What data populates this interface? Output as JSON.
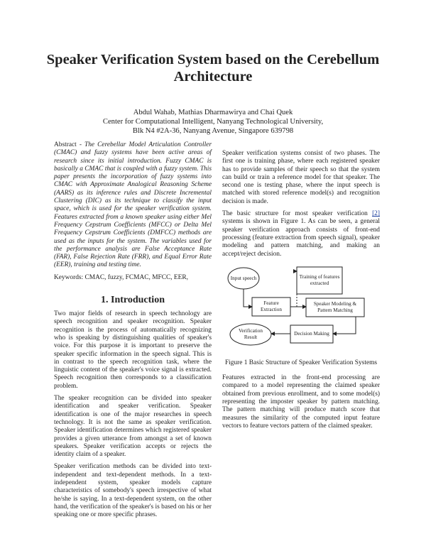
{
  "title": "Speaker Verification System based on the Cerebellum Architecture",
  "authors": {
    "names": "Abdul Wahab, Mathias Dharmawirya and Chai Quek",
    "affiliation": "Center for Computational Intelligent, Nanyang Technological University,",
    "address": "Blk N4 #2A-36, Nanyang Avenue, Singapore 639798"
  },
  "abstract": {
    "label": "Abstract - ",
    "text": "The Cerebellar Model Articulation Controller (CMAC) and fuzzy systems have been active areas of research since its initial introduction. Fuzzy CMAC is basically a CMAC that is coupled with a fuzzy system. This paper presents the incorporation of fuzzy systems into CMAC with Approximate Analogical Reasoning Scheme (AARS) as its inference rules and Discrete Incremental Clustering (DIC) as its technique to classify the input space, which is used for the speaker verification system. Features extracted from a known speaker using either Mel Frequency Cepstrum Coefficients (MFCC) or Delta Mel Frequency Cepstrum Coefficients (DMFCC) methods are used as the inputs for the system. The variables used for the performance analysis are False Acceptance Rate (FAR), False Rejection Rate (FRR), and Equal Error Rate (EER), training and testing time."
  },
  "keywords": "Keywords: CMAC, fuzzy, FCMAC, MFCC, EER,",
  "section1": {
    "heading": "1. Introduction",
    "p1": "Two major fields of research in speech technology are speech recognition and speaker recognition. Speaker recognition is the process of automatically recognizing who is speaking by distinguishing qualities of speaker's voice. For this purpose it is important to preserve the speaker specific information in the speech signal. This is in contrast to the speech recognition task, where the linguistic content of the speaker's voice signal is extracted. Speech recognition then corresponds to a classification problem.",
    "p2": "The speaker recognition can be divided into speaker identification and speaker verification. Speaker identification is one of the major researches in speech technology. It is not the same as speaker verification. Speaker identification determines which registered speaker provides a given utterance from amongst a set of known speakers. Speaker verification accepts or rejects the identity claim of a speaker.",
    "p3": "Speaker verification methods can be divided into text-independent and text-dependent methods. In a text-independent system, speaker models capture characteristics of somebody's speech irrespective of what he/she is saying. In a text-dependent system, on the other hand, the verification of the speaker's is based on his or her speaking one or more specific phrases.",
    "p4": "Speaker verification systems consist of two phases. The first one is training phase, where each registered speaker has to provide samples of their speech so that the system can build or train a reference model for that speaker. The second one is testing phase, where the input speech is matched with stored reference model(s) and recognition decision is made.",
    "p5_a": "The basic structure for most speaker verification ",
    "p5_ref": "[2]",
    "p5_b": " systems is shown in Figure 1. As can be seen, a general speaker verification approach consists of front-end processing (feature extraction from speech signal), speaker modeling and pattern matching, and making an accept/reject decision.",
    "p6": "Features extracted in the front-end processing are compared to a model representing the claimed speaker obtained from previous enrollment, and to some model(s) representing the imposter speaker by pattern matching. The pattern matching will produce match score that measures the similarity of the computed input feature vectors to feature vectors pattern of the claimed speaker."
  },
  "figure": {
    "input": "Input speech",
    "training": "Training of features extracted",
    "feature": "Feature Extraction",
    "modeling": "Speaker Modeling & Pattern Matching",
    "result": "Verification Result",
    "decision": "Decision Making",
    "caption": "Figure 1 Basic Structure of Speaker Verification Systems"
  }
}
